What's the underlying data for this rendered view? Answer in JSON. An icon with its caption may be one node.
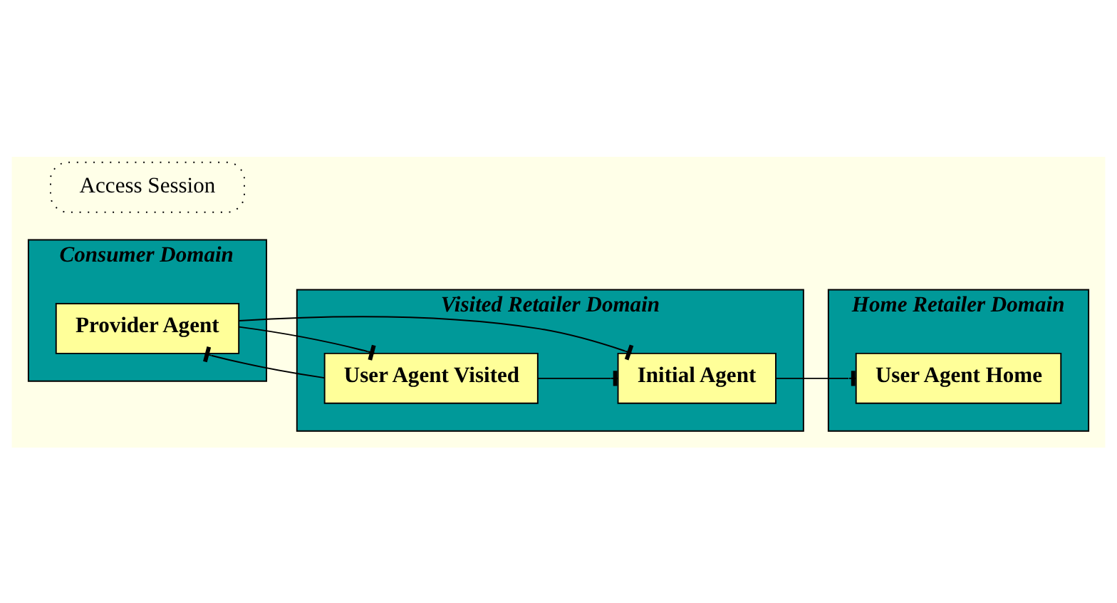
{
  "diagram": {
    "nodes": [
      {
        "text": [
          "Consumer Domain"
        ]
      },
      {
        "text": [
          "Visited Retailer Domain"
        ]
      },
      {
        "text": [
          "Home Retailer Domain"
        ]
      },
      {
        "text": [
          "Initial Agent"
        ],
        "in": 1
      },
      {
        "text": [
          "User Agent Home"
        ],
        "in": 2
      },
      {
        "text": [
          "Provider Agent"
        ],
        "in": 0
      },
      {
        "text": [
          "User Agent Visited"
        ],
        "in": 1
      },
      {
        "text": [
          "Access Session"
        ]
      }
    ],
    "edges": [
      {
        "from": 5,
        "to": 3,
        "arrow": "other"
      },
      {
        "from": 3,
        "to": 4,
        "arrow": "other"
      },
      {
        "from": 6,
        "to": 3,
        "arrow": "other"
      },
      {
        "from": 5,
        "to": 6,
        "arrow": "other"
      },
      {
        "from": 6,
        "to": 5,
        "arrow": "other"
      }
    ]
  }
}
